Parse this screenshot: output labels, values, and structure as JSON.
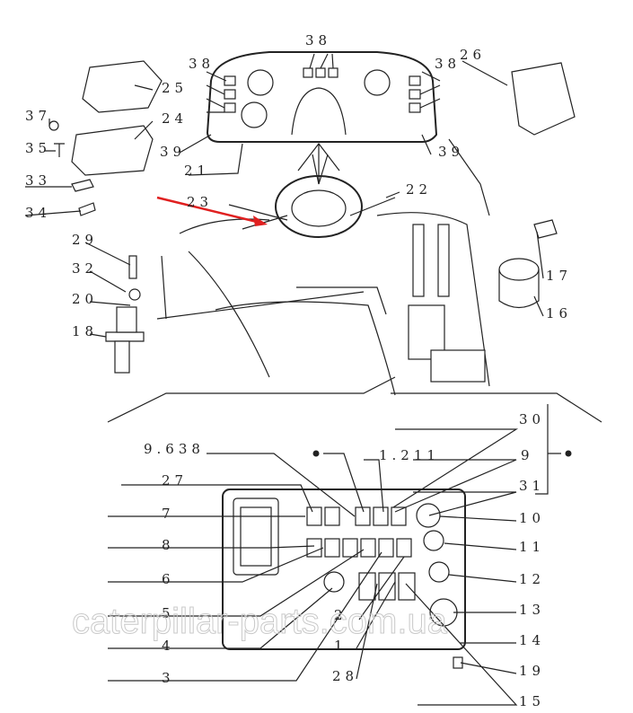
{
  "labels": [
    "38",
    "38",
    "38",
    "26",
    "25",
    "24",
    "37",
    "35",
    "33",
    "34",
    "39",
    "21",
    "39",
    "23",
    "22",
    "29",
    "32",
    "20",
    "18",
    "17",
    "16",
    "30",
    "9.638",
    "1.211",
    "9",
    "27",
    "31",
    "7",
    "10",
    "8",
    "11",
    "6",
    "12",
    "5",
    "2",
    "13",
    "4",
    "14",
    "1",
    "3",
    "19",
    "28",
    "15"
  ],
  "watermark": "caterpillar-parts.com.ua",
  "colors": {
    "arrow": "#e02020",
    "line": "#222222"
  }
}
